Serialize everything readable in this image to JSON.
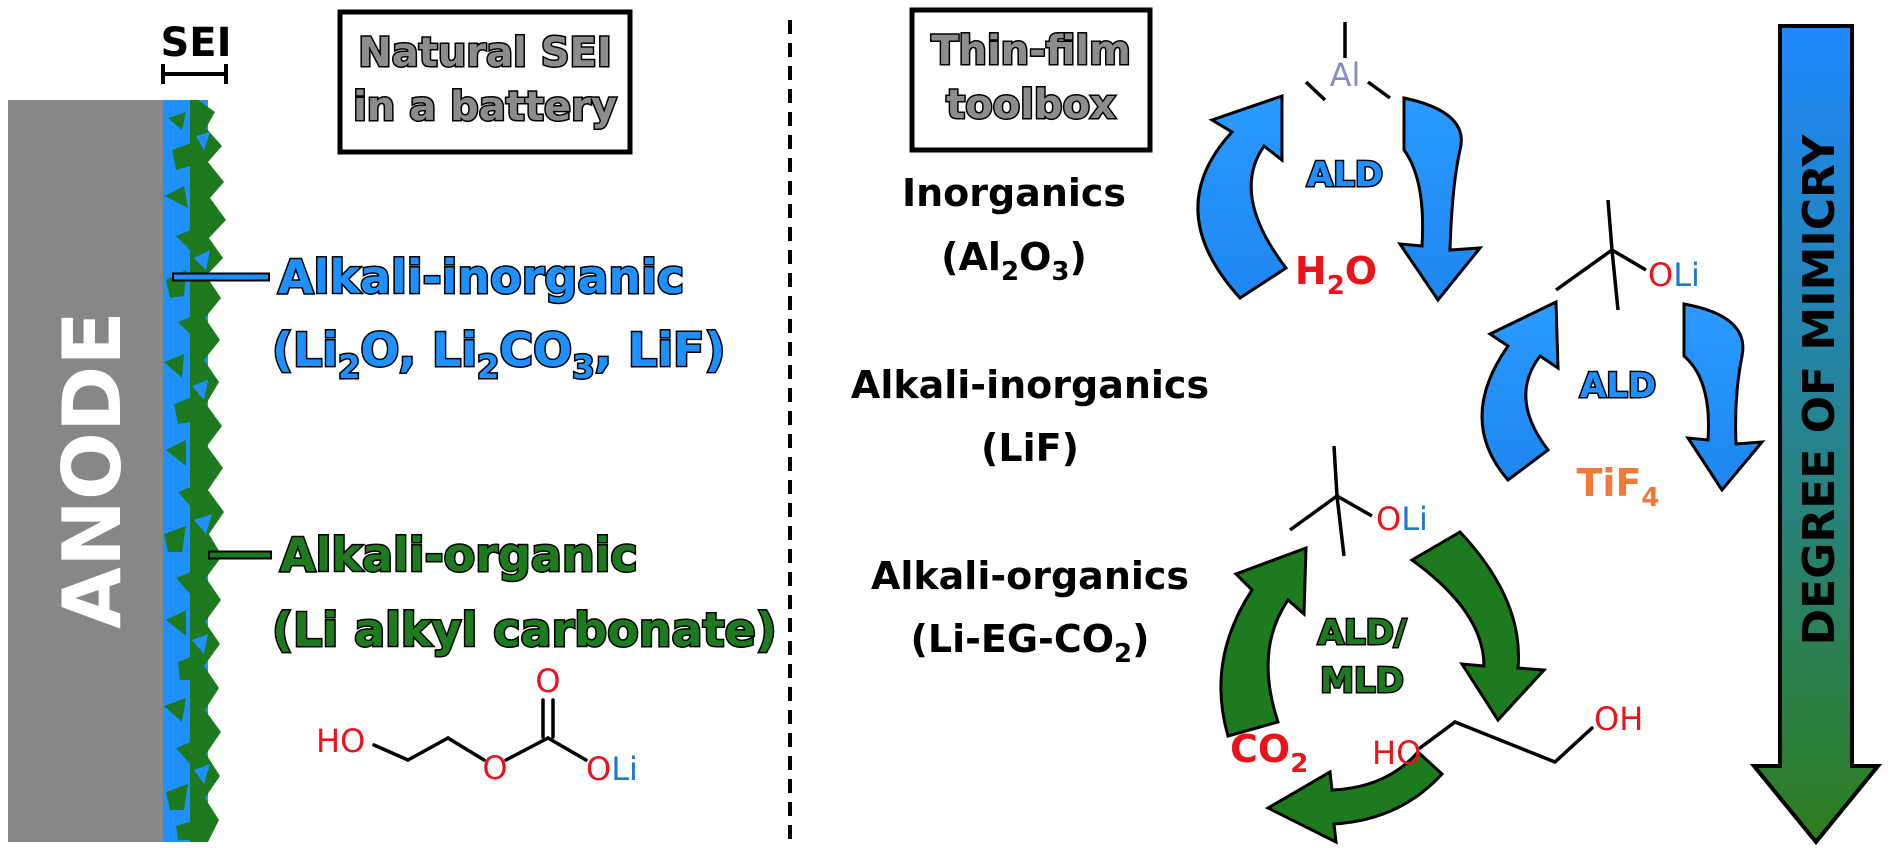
{
  "left_panel": {
    "anode_label": "ANODE",
    "sei_label": "SEI",
    "title_box": {
      "line1": "Natural SEI",
      "line2": "in a battery"
    },
    "inorganic": {
      "title": "Alkali-inorganic",
      "formula": {
        "open": "(Li",
        "sub1": "2",
        "p2": "O, Li",
        "sub2": "2",
        "p3": "CO",
        "sub3": "3",
        "p4": ", LiF)"
      }
    },
    "organic": {
      "title": "Alkali-organic",
      "formula": "(Li alkyl carbonate)"
    },
    "molecule": {
      "ho": "HO",
      "o_ester": "O",
      "o_carbonyl": "O",
      "o_li": "O",
      "li": "Li"
    }
  },
  "right_panel": {
    "title_box": {
      "line1": "Thin-film",
      "line2": "toolbox"
    },
    "inorganics": {
      "title": "Inorganics",
      "formula": {
        "open": "(Al",
        "sub1": "2",
        "mid": "O",
        "sub2": "3",
        "close": ")"
      }
    },
    "alkali_inorganics": {
      "title": "Alkali-inorganics",
      "formula": "(LiF)"
    },
    "alkali_organics": {
      "title": "Alkali-organics",
      "formula": {
        "main": "(Li-EG-CO",
        "sub": "2",
        "close": ")"
      }
    },
    "cycle_al2o3": {
      "label": "ALD",
      "precursor": "Al",
      "reactant": {
        "main": "H",
        "sub": "2",
        "rest": "O"
      }
    },
    "cycle_lif": {
      "label": "ALD",
      "precursor": {
        "o": "O",
        "li": "Li"
      },
      "reactant": {
        "main": "TiF",
        "sub": "4"
      }
    },
    "cycle_organic": {
      "label_line1": "ALD/",
      "label_line2": "MLD",
      "precursor": {
        "o": "O",
        "li": "Li"
      },
      "reactant_co2": {
        "main": "CO",
        "sub": "2"
      },
      "ethylene_glycol": {
        "ho": "HO",
        "oh": "OH"
      }
    },
    "mimicry_arrow": {
      "label": "DEGREE OF MIMICRY"
    }
  },
  "colors": {
    "anode_gray": "#878787",
    "inorganic_blue": "#1e90ff",
    "organic_green": "#1e7a1e",
    "oxygen_red": "#e8141b",
    "lithium_blue": "#1f78c8",
    "aluminum_purple": "#8a8cc8",
    "tif4_orange": "#f07a3a",
    "arrow_top": "#1e88ff",
    "arrow_bottom": "#2e7d1e"
  }
}
